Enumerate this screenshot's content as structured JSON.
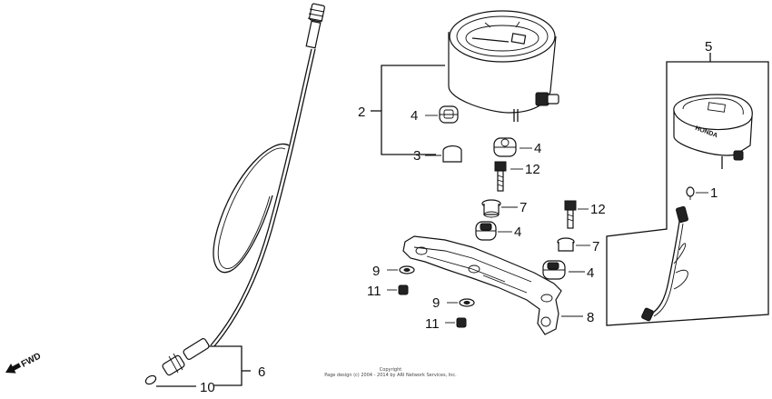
{
  "callouts": {
    "n1": "1",
    "n2": "2",
    "n3": "3",
    "n4a": "4",
    "n4b": "4",
    "n4c": "4",
    "n4d": "4",
    "n5": "5",
    "n6": "6",
    "n7a": "7",
    "n7b": "7",
    "n8": "8",
    "n9a": "9",
    "n9b": "9",
    "n10": "10",
    "n11a": "11",
    "n11b": "11",
    "n12a": "12",
    "n12b": "12"
  },
  "emblem": "HONDA",
  "fwd_label": "FWD",
  "copyright": {
    "line1": "Copyright",
    "line2": "Page design (c) 2004 - 2014 by ARI Network Services, Inc."
  }
}
